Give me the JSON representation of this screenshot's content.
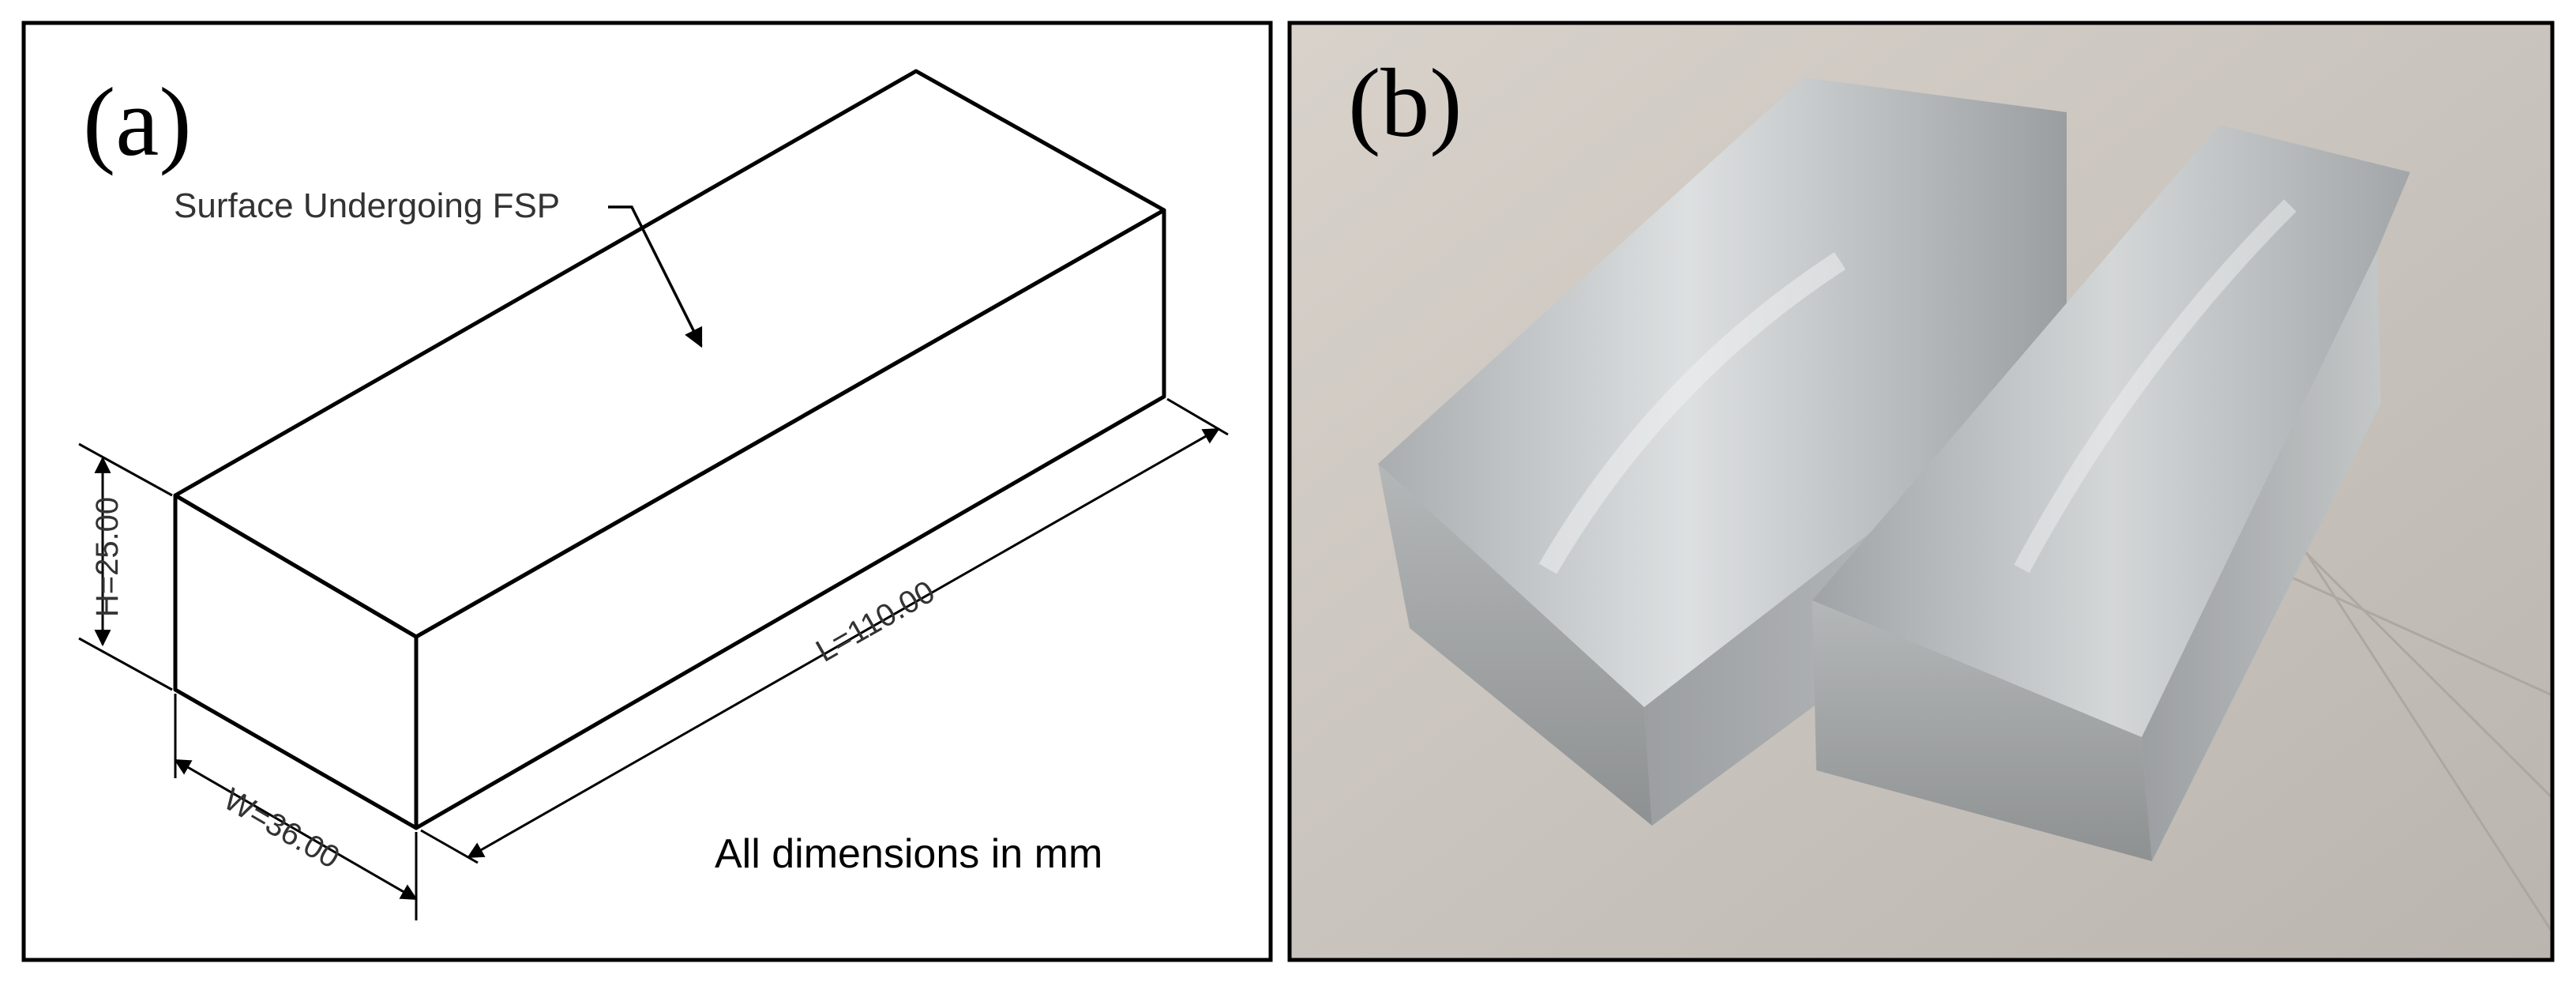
{
  "panel_a": {
    "label": "(a)",
    "callout": "Surface Undergoing FSP",
    "dim_height": "H=25.00",
    "dim_width": "W=36.00",
    "dim_length": "L=110.00",
    "note": "All dimensions in mm"
  },
  "panel_b": {
    "label": "(b)"
  },
  "colors": {
    "line": "#000000",
    "photo_background": "#c9c3bd",
    "aluminum_top": "#b9bdbf",
    "aluminum_front": "#a2a5a6",
    "aluminum_side": "#8f9293"
  }
}
